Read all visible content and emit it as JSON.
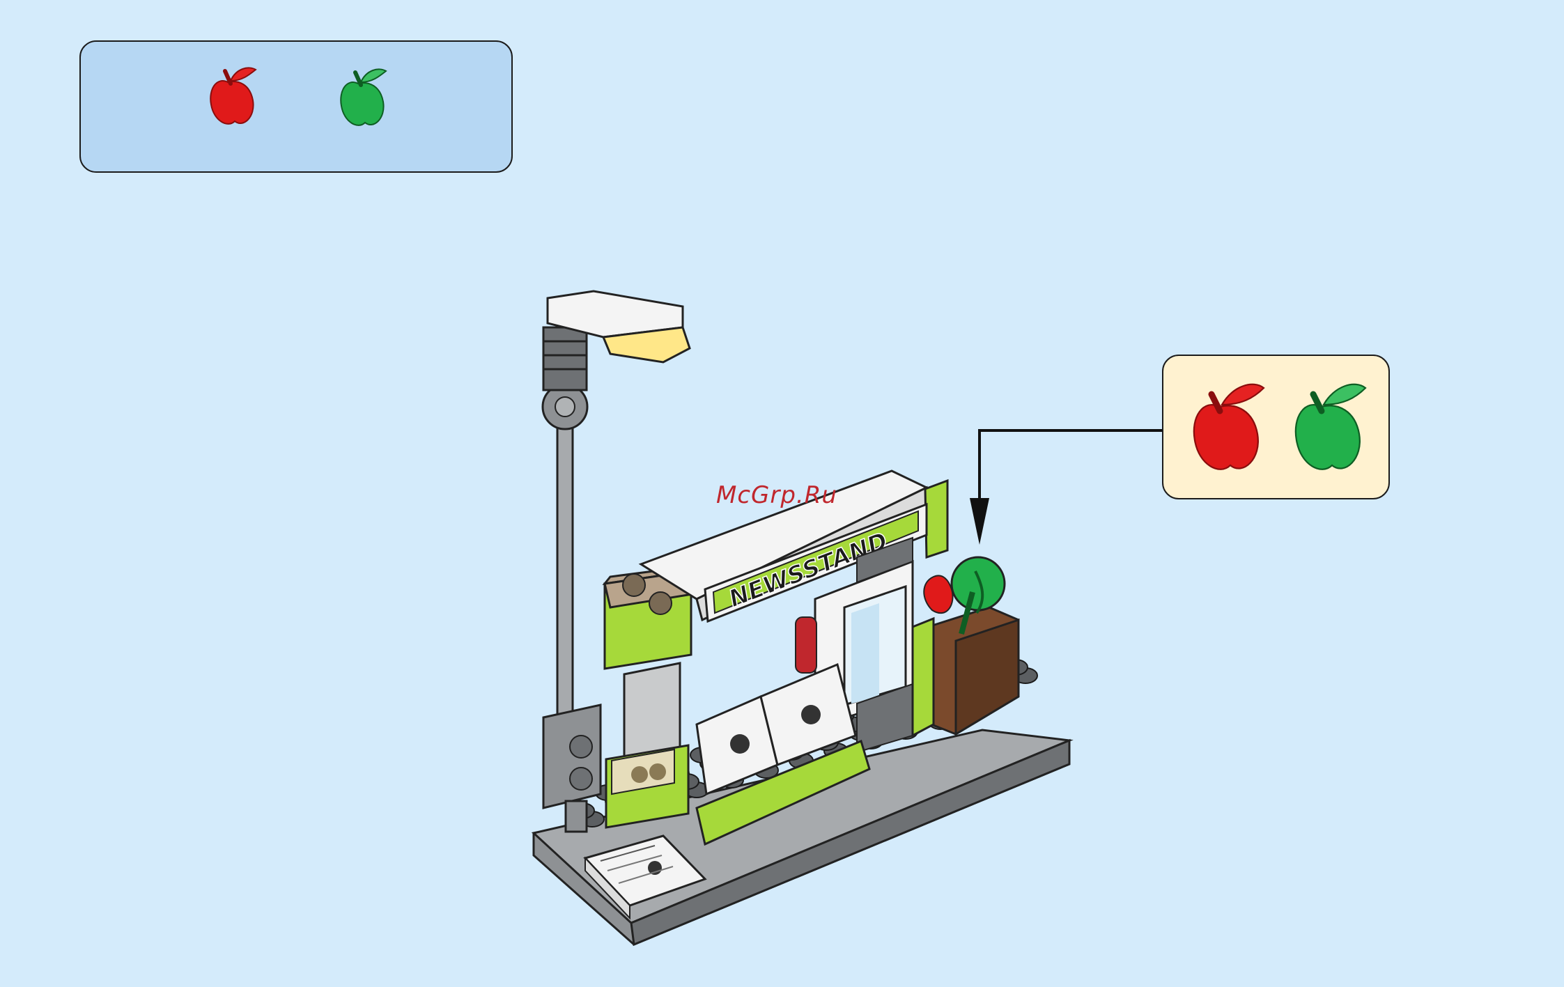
{
  "step_parts": {
    "items": [
      {
        "name": "apple-red",
        "color": "#e01a1a"
      },
      {
        "name": "apple-green",
        "color": "#22b04b"
      }
    ]
  },
  "model": {
    "sign_text": "NEWSSTAND",
    "colors": {
      "lime": "#a6d93a",
      "gray": "#8e9194",
      "tan": "#b9a48c",
      "brown": "#7b4a2c",
      "white": "#f4f4f4",
      "light": "#ffe788"
    }
  },
  "callout": {
    "items": [
      {
        "name": "apple-red-zoom",
        "color": "#e01a1a"
      },
      {
        "name": "apple-green-zoom",
        "color": "#22b04b"
      }
    ]
  },
  "watermark": "McGrp.Ru"
}
